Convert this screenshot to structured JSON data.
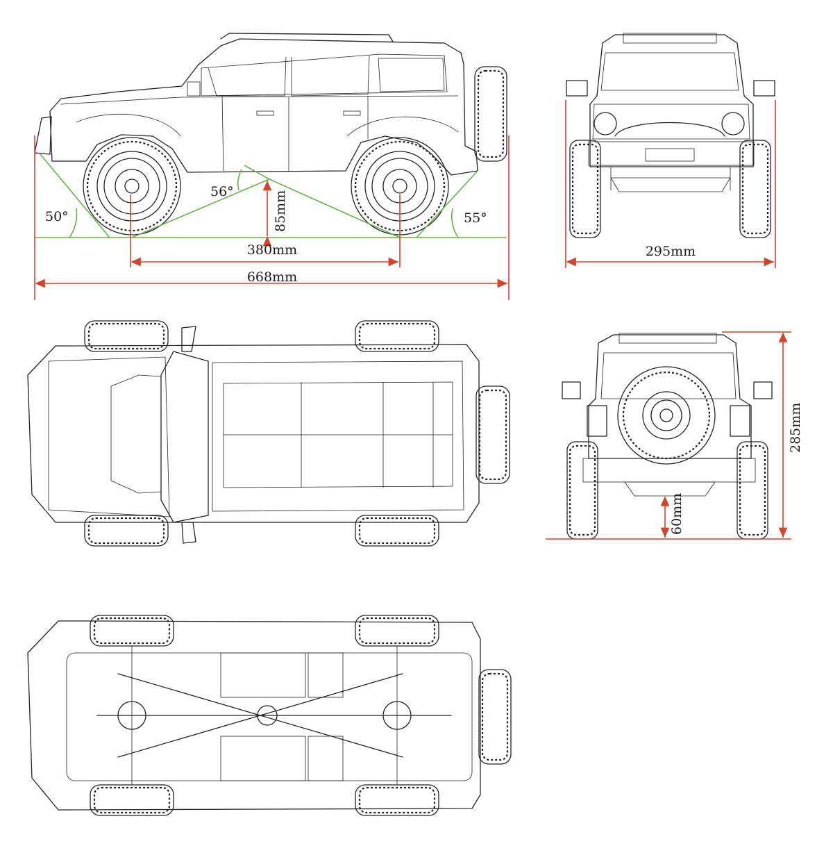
{
  "diagram": {
    "side_view": {
      "wheelbase_label": "380mm",
      "length_label": "668mm",
      "ground_clearance_label": "85mm",
      "approach_angle_label": "50°",
      "breakover_angle_label": "56°",
      "departure_angle_label": "55°"
    },
    "front_view": {
      "width_label": "295mm"
    },
    "rear_view": {
      "height_label": "285mm",
      "rear_clearance_label": "60mm"
    }
  },
  "colors": {
    "dimension_line": "#d0452e",
    "angle_line": "#6ab04c",
    "outline": "#222222"
  }
}
